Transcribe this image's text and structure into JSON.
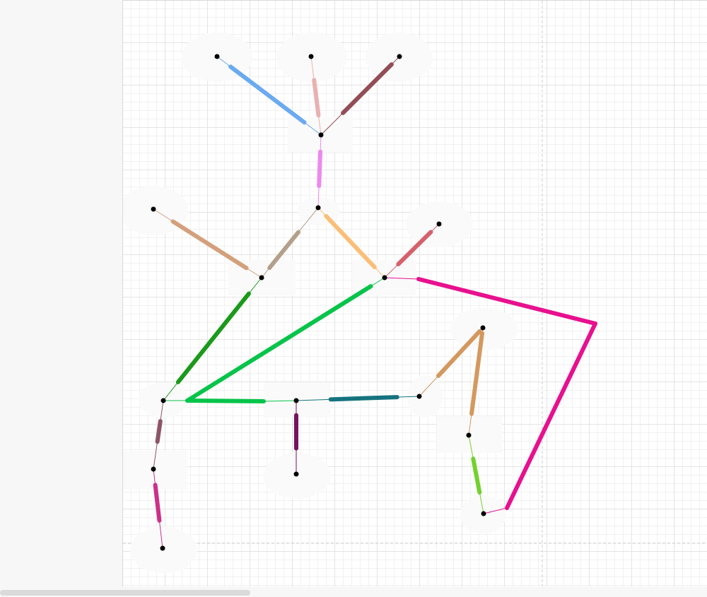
{
  "diagram": {
    "type": "graph",
    "page_break_color": "#cccccc",
    "node_halo_color": "#fafafa",
    "node_color": "#000000",
    "nodes": [
      {
        "id": "n1"
      },
      {
        "id": "n2"
      },
      {
        "id": "n3"
      },
      {
        "id": "n4"
      },
      {
        "id": "n5"
      },
      {
        "id": "n6"
      },
      {
        "id": "n7"
      },
      {
        "id": "n8"
      },
      {
        "id": "n9"
      },
      {
        "id": "n10"
      },
      {
        "id": "n11"
      },
      {
        "id": "n12"
      },
      {
        "id": "n13"
      },
      {
        "id": "n14"
      },
      {
        "id": "n15"
      },
      {
        "id": "n16"
      },
      {
        "id": "n17"
      },
      {
        "id": "n18"
      },
      {
        "id": "n19"
      },
      {
        "id": "n20"
      },
      {
        "id": "n21"
      }
    ],
    "edges": [
      {
        "from": "n1",
        "to": "n4",
        "color": "#6aaaf0"
      },
      {
        "from": "n2",
        "to": "n4",
        "color": "#eab0b0"
      },
      {
        "from": "n3",
        "to": "n4",
        "color": "#944d55"
      },
      {
        "from": "n4",
        "to": "n5",
        "color": "#ee88ee"
      },
      {
        "from": "n6",
        "to": "n8",
        "color": "#d4a07c"
      },
      {
        "from": "n5",
        "to": "n8",
        "color": "#b4a08a"
      },
      {
        "from": "n5",
        "to": "n9",
        "color": "#fbbe78"
      },
      {
        "from": "n7",
        "to": "n9",
        "color": "#d6606c"
      },
      {
        "from": "n8",
        "to": "n11",
        "color": "#1a9a1a"
      },
      {
        "from": "n9",
        "to": "n11",
        "color": "#06c44a"
      },
      {
        "from": "n11",
        "to": "n12",
        "color": "#06c44a"
      },
      {
        "from": "n12",
        "to": "n13",
        "color": "#15737e"
      },
      {
        "from": "n12",
        "to": "n14",
        "color": "#76145e"
      },
      {
        "from": "n11",
        "to": "n15",
        "color": "#8c5566"
      },
      {
        "from": "n15",
        "to": "n16",
        "color": "#cc3088"
      },
      {
        "from": "n13",
        "to": "n17",
        "color": "#d4985e"
      },
      {
        "from": "n17",
        "to": "n18",
        "color": "#d4985e"
      },
      {
        "from": "n18",
        "to": "n19",
        "color": "#73d12b"
      },
      {
        "from": "n9",
        "to": "n20",
        "color": "#e8108e"
      },
      {
        "from": "n20",
        "to": "n19",
        "color": "#e8108e"
      }
    ]
  }
}
